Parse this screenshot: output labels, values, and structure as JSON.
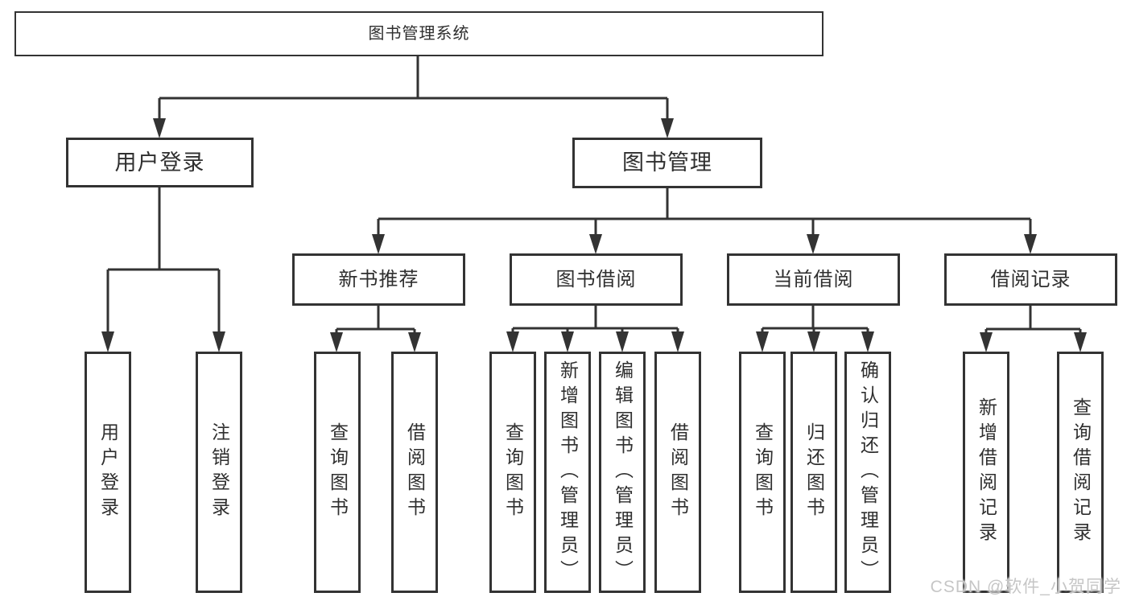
{
  "diagram": {
    "type": "hierarchy-tree",
    "background": "#ffffff",
    "colors": {
      "line": "#333333",
      "box_border": "#333333",
      "box_fill": "#ffffff",
      "text": "#2f2f2f",
      "watermark": "#c6c6c6"
    },
    "nodes": {
      "root": {
        "label": "图书管理系统"
      },
      "user_login": {
        "label": "用户登录"
      },
      "book_mgmt": {
        "label": "图书管理"
      },
      "new_book_rec": {
        "label": "新书推荐"
      },
      "book_borrow": {
        "label": "图书借阅"
      },
      "current_borrow": {
        "label": "当前借阅"
      },
      "borrow_record": {
        "label": "借阅记录"
      },
      "leaf_user_login": {
        "label": "用户登录"
      },
      "leaf_logout": {
        "label": "注销登录"
      },
      "leaf_nb_query": {
        "label": "查询图书"
      },
      "leaf_nb_borrow": {
        "label": "借阅图书"
      },
      "leaf_bb_query": {
        "label": "查询图书"
      },
      "leaf_bb_add": {
        "label": "新增图书（管理员）"
      },
      "leaf_bb_edit": {
        "label": "编辑图书（管理员）"
      },
      "leaf_bb_borrow": {
        "label": "借阅图书"
      },
      "leaf_cb_query": {
        "label": "查询图书"
      },
      "leaf_cb_return": {
        "label": "归还图书"
      },
      "leaf_cb_confirm": {
        "label": "确认归还（管理员）"
      },
      "leaf_br_add": {
        "label": "新增借阅记录"
      },
      "leaf_br_query": {
        "label": "查询借阅记录"
      }
    },
    "hierarchy": [
      {
        "parent": "图书管理系统",
        "children": [
          "用户登录",
          "图书管理"
        ]
      },
      {
        "parent": "用户登录",
        "children": [
          "用户登录",
          "注销登录"
        ]
      },
      {
        "parent": "图书管理",
        "children": [
          "新书推荐",
          "图书借阅",
          "当前借阅",
          "借阅记录"
        ]
      },
      {
        "parent": "新书推荐",
        "children": [
          "查询图书",
          "借阅图书"
        ]
      },
      {
        "parent": "图书借阅",
        "children": [
          "查询图书",
          "新增图书（管理员）",
          "编辑图书（管理员）",
          "借阅图书"
        ]
      },
      {
        "parent": "当前借阅",
        "children": [
          "查询图书",
          "归还图书",
          "确认归还（管理员）"
        ]
      },
      {
        "parent": "借阅记录",
        "children": [
          "新增借阅记录",
          "查询借阅记录"
        ]
      }
    ],
    "watermark": {
      "text": "CSDN @软件_小贺同学"
    }
  }
}
